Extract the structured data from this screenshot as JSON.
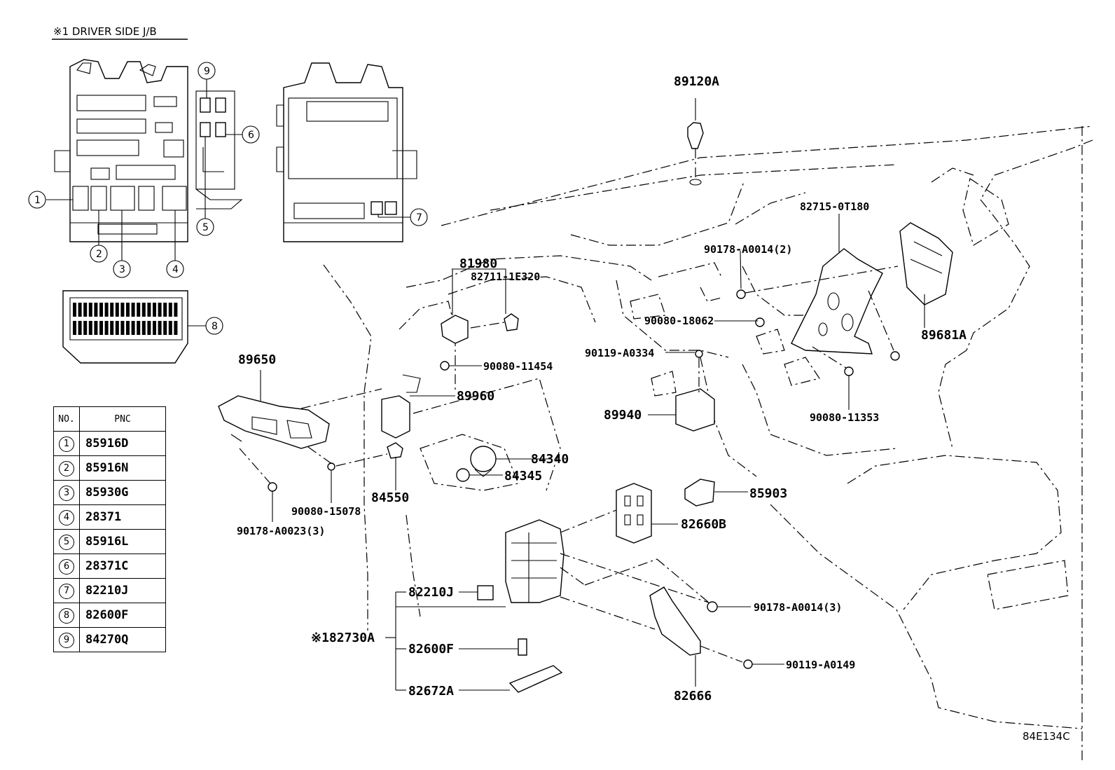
{
  "inset_title": "※1 DRIVER SIDE J/B",
  "inset_callouts": [
    "1",
    "2",
    "3",
    "4",
    "5",
    "6",
    "7",
    "8",
    "9"
  ],
  "table": {
    "headers": {
      "no": "NO.",
      "pnc": "PNC"
    },
    "rows": [
      {
        "no": "1",
        "pnc": "85916D"
      },
      {
        "no": "2",
        "pnc": "85916N"
      },
      {
        "no": "3",
        "pnc": "85930G"
      },
      {
        "no": "4",
        "pnc": "28371"
      },
      {
        "no": "5",
        "pnc": "85916L"
      },
      {
        "no": "6",
        "pnc": "28371C"
      },
      {
        "no": "7",
        "pnc": "82210J"
      },
      {
        "no": "8",
        "pnc": "82600F"
      },
      {
        "no": "9",
        "pnc": "84270Q"
      }
    ]
  },
  "labels": {
    "p89120A": "89120A",
    "p82715": "82715-0T180",
    "p81980": "81980",
    "p90178_2": "90178-A0014(2)",
    "p82711": "82711-1E320",
    "p90080_18062": "90080-18062",
    "p90119_0334": "90119-A0334",
    "p89681A": "89681A",
    "p89650": "89650",
    "p90080_11454": "90080-11454",
    "p89960": "89960",
    "p89940": "89940",
    "p90080_11353": "90080-11353",
    "p84340": "84340",
    "p84345": "84345",
    "p84550": "84550",
    "p90080_15078": "90080-15078",
    "p90178_0023": "90178-A0023(3)",
    "p85903": "85903",
    "p82660B": "82660B",
    "p82210J": "82210J",
    "p82730A": "※182730A",
    "p82600F": "82600F",
    "p82672A": "82672A",
    "p90178_3": "90178-A0014(3)",
    "p90119_0149": "90119-A0149",
    "p82666": "82666",
    "code": "84E134C"
  }
}
